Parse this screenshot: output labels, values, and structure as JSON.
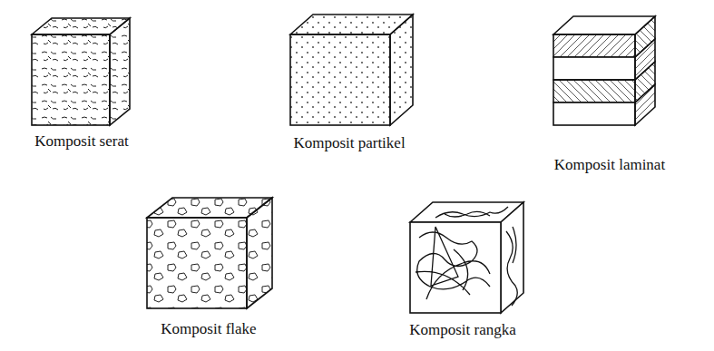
{
  "diagram": {
    "labels": [
      "Komposit serat",
      "Komposit partikel",
      "Komposit laminat",
      "Komposit flake",
      "Komposit rangka"
    ]
  }
}
